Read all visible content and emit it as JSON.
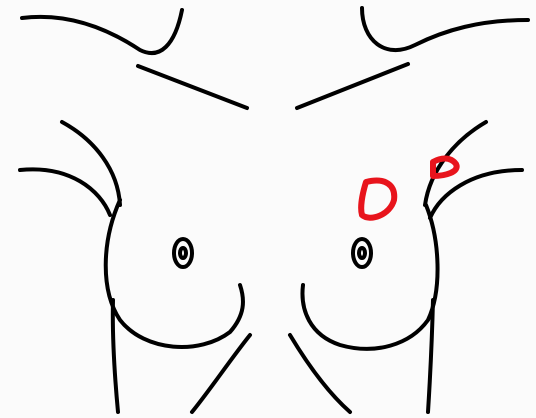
{
  "colors": {
    "line": "#000000",
    "marker": "#e8141c",
    "background": "#fbfbfb"
  },
  "diagram": {
    "view": "anterior-chest",
    "markers": [
      {
        "side": "left-breast",
        "quadrant": "upper-outer",
        "shape": "circle"
      },
      {
        "side": "left-breast",
        "quadrant": "axillary-tail",
        "shape": "small-circle"
      }
    ]
  }
}
